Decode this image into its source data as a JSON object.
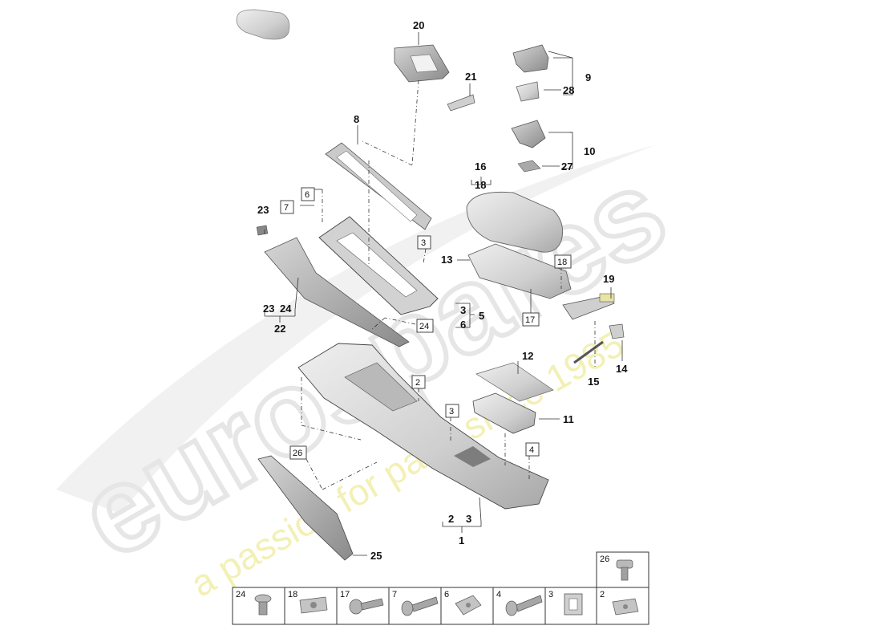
{
  "watermark": {
    "brand": "eurospares",
    "tagline": "a passion for parts since 1985"
  },
  "callouts": [
    {
      "id": "c20",
      "text": "20"
    },
    {
      "id": "c21",
      "text": "21"
    },
    {
      "id": "c9",
      "text": "9"
    },
    {
      "id": "c28",
      "text": "28"
    },
    {
      "id": "c10",
      "text": "10"
    },
    {
      "id": "c27",
      "text": "27"
    },
    {
      "id": "c8",
      "text": "8"
    },
    {
      "id": "c16",
      "text": "16"
    },
    {
      "id": "c18a",
      "text": "18"
    },
    {
      "id": "c23a",
      "text": "23"
    },
    {
      "id": "c13",
      "text": "13"
    },
    {
      "id": "c19",
      "text": "19"
    },
    {
      "id": "c3a",
      "text": "3"
    },
    {
      "id": "c6a",
      "text": "6"
    },
    {
      "id": "c5",
      "text": "5"
    },
    {
      "id": "c23b",
      "text": "23"
    },
    {
      "id": "c24a",
      "text": "24"
    },
    {
      "id": "c22",
      "text": "22"
    },
    {
      "id": "c12",
      "text": "12"
    },
    {
      "id": "c15",
      "text": "15"
    },
    {
      "id": "c14",
      "text": "14"
    },
    {
      "id": "c11",
      "text": "11"
    },
    {
      "id": "c2a",
      "text": "2"
    },
    {
      "id": "c3b",
      "text": "3"
    },
    {
      "id": "c1",
      "text": "1"
    },
    {
      "id": "c25",
      "text": "25"
    }
  ],
  "boxed_refs": [
    {
      "id": "b7",
      "text": "7"
    },
    {
      "id": "b6",
      "text": "6"
    },
    {
      "id": "b3a",
      "text": "3"
    },
    {
      "id": "b18",
      "text": "18"
    },
    {
      "id": "b17",
      "text": "17"
    },
    {
      "id": "b24",
      "text": "24"
    },
    {
      "id": "b2",
      "text": "2"
    },
    {
      "id": "b3b",
      "text": "3"
    },
    {
      "id": "b4",
      "text": "4"
    },
    {
      "id": "b26",
      "text": "26"
    }
  ],
  "fastener_table": {
    "top_cell": {
      "label": "26"
    },
    "cells": [
      {
        "label": "24",
        "icon": "bolt-round-head-icon"
      },
      {
        "label": "18",
        "icon": "clip-nut-icon"
      },
      {
        "label": "17",
        "icon": "screw-flange-icon"
      },
      {
        "label": "7",
        "icon": "screw-long-icon"
      },
      {
        "label": "6",
        "icon": "spring-clip-icon"
      },
      {
        "label": "4",
        "icon": "bolt-long-icon"
      },
      {
        "label": "3",
        "icon": "square-clip-icon"
      },
      {
        "label": "2",
        "icon": "u-nut-icon"
      }
    ]
  },
  "colors": {
    "part_fill": "#d9d9d9",
    "part_dark": "#9a9a9a",
    "line": "#222222",
    "watermark": "#ededed",
    "watermark_yellow": "#f3f0b6"
  }
}
